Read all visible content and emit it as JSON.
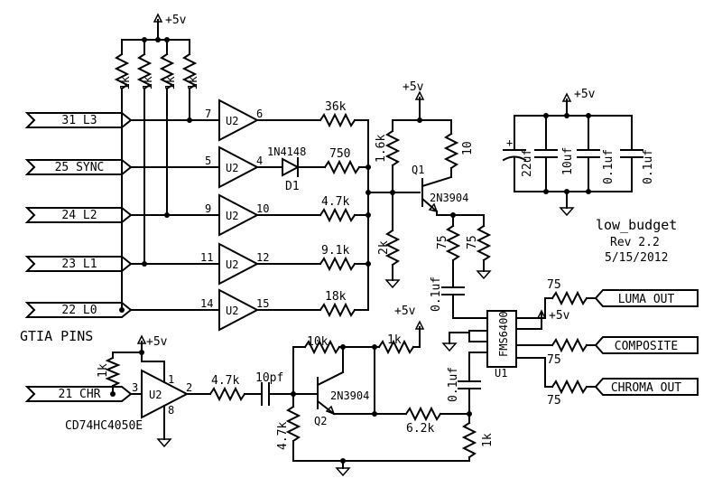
{
  "ports": {
    "l3": "31 L3",
    "sync": "25 SYNC",
    "l2": "24 L2",
    "l1": "23 L1",
    "l0": "22 L0",
    "chr": "21 CHR",
    "luma_out": "LUMA OUT",
    "composite": "COMPOSITE",
    "chroma_out": "CHROMA OUT"
  },
  "power": {
    "top": "+5v",
    "q1": "+5v",
    "caps": "+5v",
    "u1": "+5v",
    "q2": "+5v",
    "u2b": "+5v"
  },
  "pullups": [
    "1k",
    "1k",
    "1k",
    "1k"
  ],
  "buffers": [
    {
      "label": "U2",
      "in": "7",
      "out": "6"
    },
    {
      "label": "U2",
      "in": "5",
      "out": "4"
    },
    {
      "label": "U2",
      "in": "9",
      "out": "10"
    },
    {
      "label": "U2",
      "in": "11",
      "out": "12"
    },
    {
      "label": "U2",
      "in": "14",
      "out": "15"
    }
  ],
  "resistors": {
    "r36k": "36k",
    "r750": "750",
    "r4k7a": "4.7k",
    "r9k1": "9.1k",
    "r18k": "18k",
    "r1k6": "1.6k",
    "r10": "10",
    "r2k": "2k",
    "r75a": "75",
    "r75b": "75",
    "r75luma": "75",
    "r75comp": "75",
    "r75chroma": "75",
    "r1k_chr": "1k",
    "r4k7b": "4.7k",
    "r10k": "10k",
    "r1k_q2": "1k",
    "r4k7c": "4.7k",
    "r6k2": "6.2k",
    "r1k_bot": "1k"
  },
  "diode": {
    "part": "1N4148",
    "ref": "D1"
  },
  "transistors": {
    "q1": {
      "ref": "Q1",
      "part": "2N3904"
    },
    "q2": {
      "ref": "Q2",
      "part": "2N3904"
    }
  },
  "capacitors": {
    "c22": "22uf",
    "c10": "10uf",
    "c01a": "0.1uf",
    "c01b": "0.1uf",
    "c01q1": "0.1uf",
    "c01q2": "0.1uf",
    "c10p": "10pf"
  },
  "polarity": "+",
  "u1": {
    "part": "FMS6400",
    "ref": "U1"
  },
  "u2b": {
    "label": "U2",
    "pin_in": "3",
    "pin_out": "2",
    "pin_vcc": "1",
    "pin_gnd": "8",
    "part": "CD74HC4050E"
  },
  "gtia_label": "GTIA PINS",
  "title": {
    "name": "low_budget",
    "rev": "Rev 2.2",
    "date": "5/15/2012"
  }
}
